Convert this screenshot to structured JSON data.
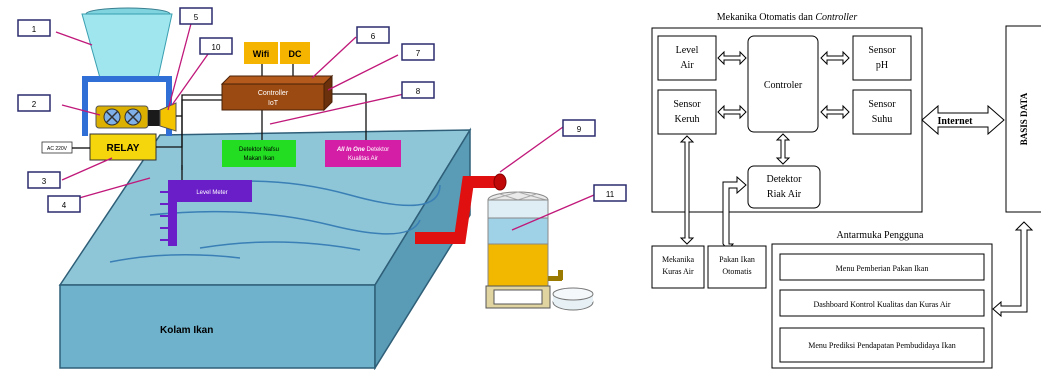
{
  "left_diagram": {
    "callouts": [
      "1",
      "2",
      "3",
      "4",
      "5",
      "6",
      "7",
      "8",
      "9",
      "10",
      "11"
    ],
    "labels": {
      "wifi": "Wifi",
      "dc": "DC",
      "controller_line1": "Controller",
      "controller_line2": "IoT",
      "relay": "RELAY",
      "ac": "AC 220V",
      "feed_detector_line1": "Detektor Nafsu",
      "feed_detector_line2": "Makan Ikan",
      "aio_line1_italic": "All In One",
      "aio_line1_rest": " Detektor",
      "aio_line2": "Kualitas Air",
      "level_meter": "Level Meter",
      "pond": "Kolam Ikan"
    },
    "colors": {
      "hopper": "#9fe6ee",
      "frame": "#2f6fd6",
      "motor": "#7fb0e8",
      "relay": "#f5d60c",
      "controller": "#9b4a12",
      "wifi_dc": "#f5b400",
      "feed_detector": "#22dd22",
      "aio_detector": "#d41ea6",
      "level_meter": "#6a1ec8",
      "pond_top": "#8ec6d8",
      "pond_front": "#6fb2cc",
      "pond_side": "#5a9bb5",
      "pipe": "#e01010",
      "callout_line": "#c0187a",
      "callout_box": "#2b2b6e"
    }
  },
  "right_diagram": {
    "title_prefix": "Mekanika Otomatis dan ",
    "title_italic": "Controller",
    "level_air": [
      "Level",
      "Air"
    ],
    "controler": "Controler",
    "sensor_ph": [
      "Sensor",
      "pH"
    ],
    "sensor_keruh": [
      "Sensor",
      "Keruh"
    ],
    "sensor_suhu": [
      "Sensor",
      "Suhu"
    ],
    "detektor_riak": [
      "Detektor",
      "Riak Air"
    ],
    "internet": "Internet",
    "basis_data": "BASIS DATA",
    "antarmuka": "Antarmuka Pengguna",
    "mekanika_kuras": [
      "Mekanika",
      "Kuras Air"
    ],
    "pakan_otomatis": [
      "Pakan Ikan",
      "Otomatis"
    ],
    "menu_pakan": "Menu Pemberian Pakan Ikan",
    "dashboard": "Dashboard Kontrol Kualitas dan Kuras Air",
    "menu_prediksi": "Menu Prediksi Pendapatan Pembudidaya Ikan"
  }
}
